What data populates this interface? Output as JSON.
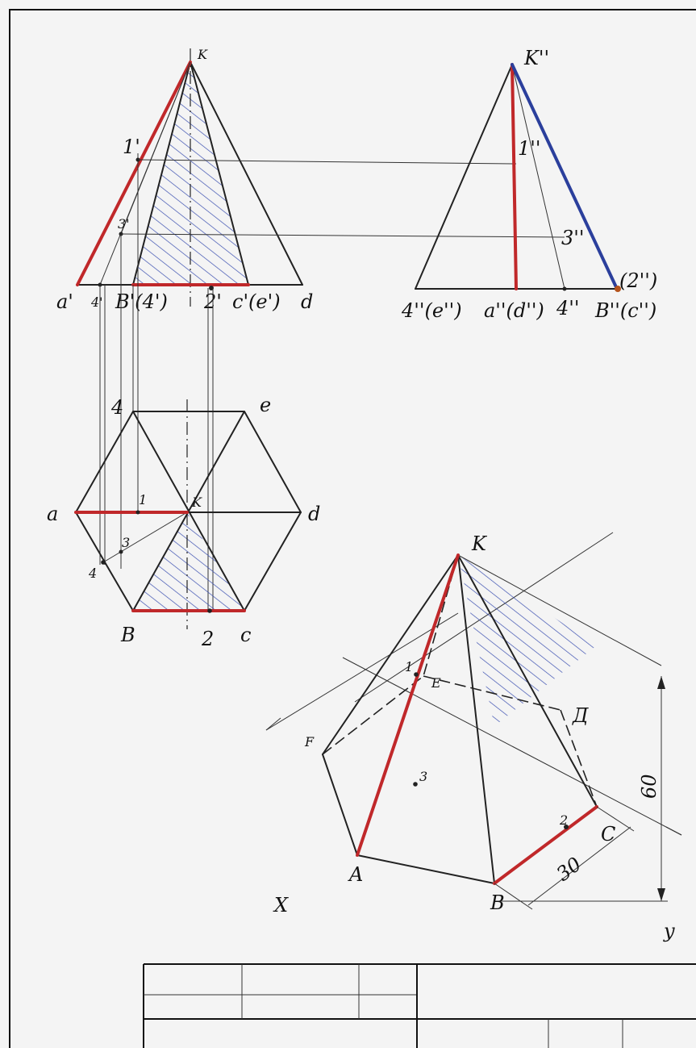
{
  "front_view": {
    "apex": "K",
    "base_labels": [
      "a'",
      "4'",
      "B'(4')",
      "2'",
      "c'(e')",
      "d"
    ],
    "point_1": "1'",
    "point_3": "3'"
  },
  "side_view": {
    "apex": "K''",
    "point_1": "1''",
    "point_3": "3''",
    "base_labels": [
      "4''(e'')",
      "a''(d'')",
      "4''",
      "B''(c'')"
    ],
    "point_2": "(2'')"
  },
  "top_view": {
    "labels": [
      "4",
      "e",
      "a",
      "1",
      "K",
      "d",
      "3",
      "4",
      "B",
      "2",
      "c"
    ]
  },
  "axonometric": {
    "apex": "K",
    "vertices": [
      "F",
      "E",
      "Д",
      "A",
      "B",
      "C"
    ],
    "points": [
      "1",
      "3",
      "2"
    ],
    "axes": [
      "X",
      "y"
    ],
    "dimension_height": "60",
    "dimension_base": "30"
  },
  "colors": {
    "red_edge": "#c0282a",
    "blue_edge": "#2b3f9c",
    "hatch": "#3a4fb0",
    "line": "#222222"
  }
}
